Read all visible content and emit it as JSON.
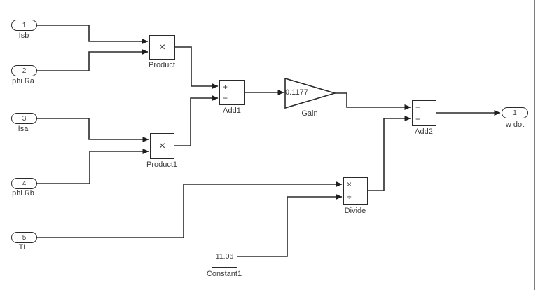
{
  "diagram": {
    "inports": [
      {
        "number": "1",
        "label": "Isb"
      },
      {
        "number": "2",
        "label": "phi Ra"
      },
      {
        "number": "3",
        "label": "Isa"
      },
      {
        "number": "4",
        "label": "phi Rb"
      },
      {
        "number": "5",
        "label": "TL"
      }
    ],
    "outports": [
      {
        "number": "1",
        "label": "w dot"
      }
    ],
    "blocks": {
      "product": {
        "label": "Product",
        "symbol": "×"
      },
      "product1": {
        "label": "Product1",
        "symbol": "×"
      },
      "add1": {
        "label": "Add1",
        "sign_top": "+",
        "sign_bottom": "−"
      },
      "add2": {
        "label": "Add2",
        "sign_top": "+",
        "sign_bottom": "−"
      },
      "gain": {
        "label": "Gain",
        "value": "0.1177"
      },
      "divide": {
        "label": "Divide",
        "sign_top": "×",
        "sign_bottom": "÷"
      },
      "constant1": {
        "label": "Constant1",
        "value": "11.06"
      }
    },
    "colors": {
      "wire": "#2a2a2a",
      "block_border": "#2a2a2a",
      "text": "#3c3c3c",
      "background": "#ffffff",
      "right_edge_line": "#7d7d7d"
    }
  }
}
